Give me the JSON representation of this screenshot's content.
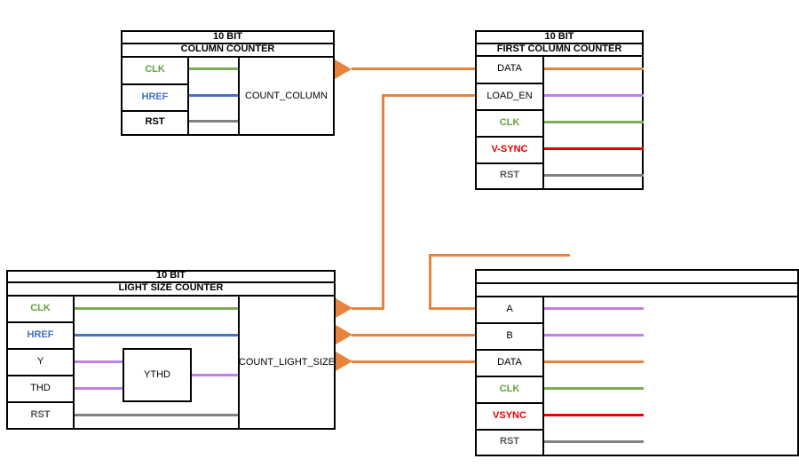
{
  "colors": {
    "orange": "#E8833C",
    "green": "#61A23B",
    "green_wire": "#7CAC55",
    "blue": "#4472C4",
    "red": "#E60000",
    "purple": "#BE80E8",
    "gray_text": "#595959",
    "gray_wire": "#808080",
    "black": "#000000"
  },
  "blocks": {
    "column_counter": {
      "title": "10 BIT",
      "subtitle": "COLUMN COUNTER",
      "instance": "COUNT_COLUMN",
      "ports": [
        {
          "label": "CLK",
          "color": "green"
        },
        {
          "label": "HREF",
          "color": "blue"
        },
        {
          "label": "RST",
          "color": "black"
        }
      ]
    },
    "first_column_counter": {
      "title": "10 BIT",
      "subtitle": "FIRST COLUMN COUNTER",
      "ports": [
        {
          "label": "DATA",
          "color": "black"
        },
        {
          "label": "LOAD_EN",
          "color": "black"
        },
        {
          "label": "CLK",
          "color": "green"
        },
        {
          "label": "V-SYNC",
          "color": "red"
        },
        {
          "label": "RST",
          "color": "gray"
        }
      ]
    },
    "light_size_counter": {
      "title": "10 BIT",
      "subtitle": "LIGHT SIZE COUNTER",
      "instance": "COUNT_LIGHT_SIZE",
      "inner_block": "YTHD",
      "ports": [
        {
          "label": "CLK",
          "color": "green"
        },
        {
          "label": "HREF",
          "color": "blue"
        },
        {
          "label": "Y",
          "color": "black"
        },
        {
          "label": "THD",
          "color": "black"
        },
        {
          "label": "RST",
          "color": "gray"
        }
      ]
    },
    "right_lower_counter": {
      "title": "",
      "subtitle": "",
      "ports": [
        {
          "label": "A",
          "color": "black"
        },
        {
          "label": "B",
          "color": "black"
        },
        {
          "label": "DATA",
          "color": "black"
        },
        {
          "label": "CLK",
          "color": "green"
        },
        {
          "label": "VSYNC",
          "color": "red"
        },
        {
          "label": "RST",
          "color": "gray"
        }
      ]
    }
  },
  "visible_connections": [
    {
      "from": "COUNT_COLUMN output arrow",
      "to": "FIRST COLUMN COUNTER DATA"
    },
    {
      "from": "COUNT_LIGHT_SIZE output arrow 1",
      "to": "FIRST COLUMN COUNTER LOAD_EN"
    },
    {
      "from": "COUNT_LIGHT_SIZE output arrow 2",
      "to": "right lower counter B"
    },
    {
      "from": "COUNT_LIGHT_SIZE output arrow 3",
      "to": "right lower counter DATA"
    },
    {
      "from": "off-screen right wire",
      "to": "right lower counter A"
    }
  ]
}
